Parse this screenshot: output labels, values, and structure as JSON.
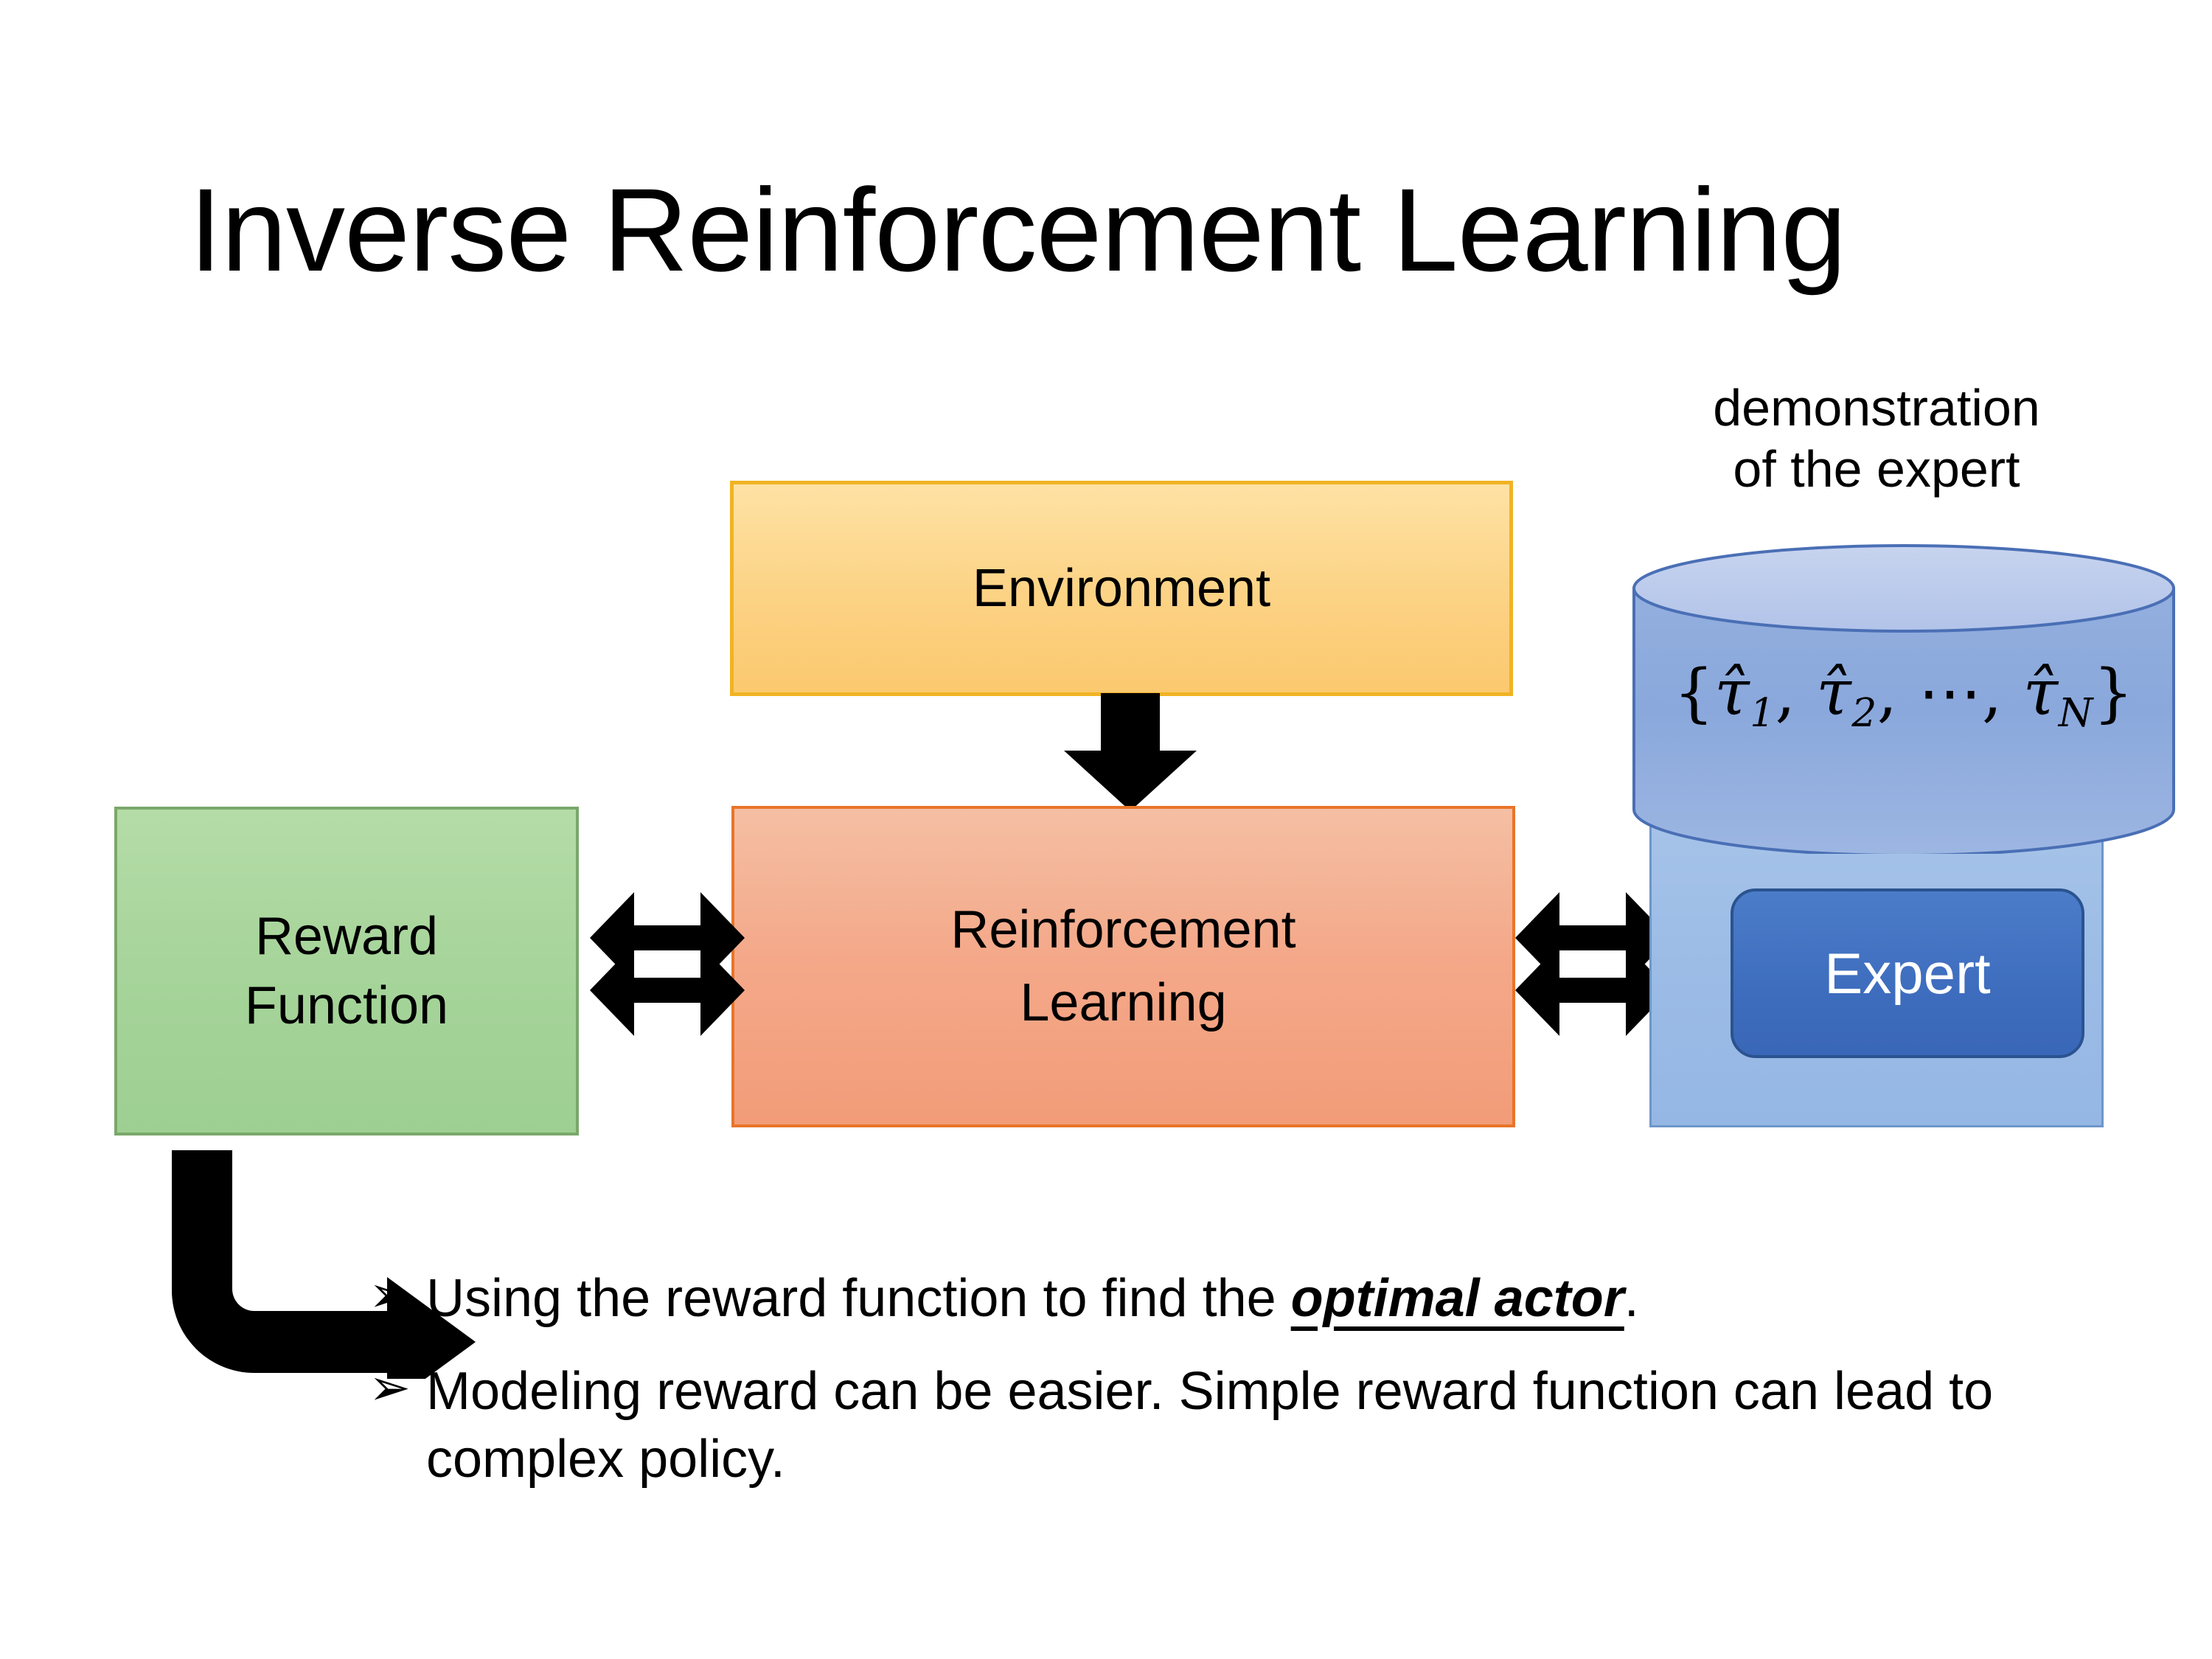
{
  "slide": {
    "title": "Inverse Reinforcement Learning",
    "background_color": "#FFFFFF"
  },
  "diagram": {
    "environment": {
      "label": "Environment",
      "fill_color": "#FCD284",
      "border_color": "#F0B323"
    },
    "reinforcement_learning": {
      "line1": "Reinforcement",
      "line2": "Learning",
      "fill_color": "#F4A98A",
      "border_color": "#E8752A"
    },
    "reward_function": {
      "line1": "Reward",
      "line2": "Function",
      "fill_color": "#A6D49A",
      "border_color": "#79A86A"
    },
    "expert_panel": {
      "caption_line1": "demonstration",
      "caption_line2": "of the expert",
      "panel_fill_color": "#9CBCE6",
      "cylinder_fill_color": "#8AA8DC",
      "cylinder_top_color": "#BCCCEB",
      "formula_open": "{",
      "formula_tau": "τ̂",
      "formula_sub1": "1",
      "formula_sep1": ", ",
      "formula_sub2": "2",
      "formula_ellipsis": ", ⋯, ",
      "formula_subN": "N",
      "formula_close": "}",
      "formula_plain": "{τ̂1, τ̂2, ⋯, τ̂N}",
      "expert_label": "Expert",
      "expert_fill_color": "#3E6DBE",
      "expert_text_color": "#FFFFFF"
    },
    "connectors": {
      "environment_to_rl": "down-arrow",
      "reward_to_rl": "double-headed-arrow",
      "rl_to_expert": "double-headed-arrow",
      "reward_to_bullets": "elbow-arrow",
      "arrow_color": "#000000"
    }
  },
  "bullets": [
    {
      "marker": "➢",
      "text_before": "Using the reward function to find the ",
      "emphasis": "optimal actor",
      "text_after": "."
    },
    {
      "marker": "➢",
      "text_before": "Modeling reward can be easier. Simple reward function can lead to complex policy.",
      "emphasis": "",
      "text_after": ""
    }
  ]
}
